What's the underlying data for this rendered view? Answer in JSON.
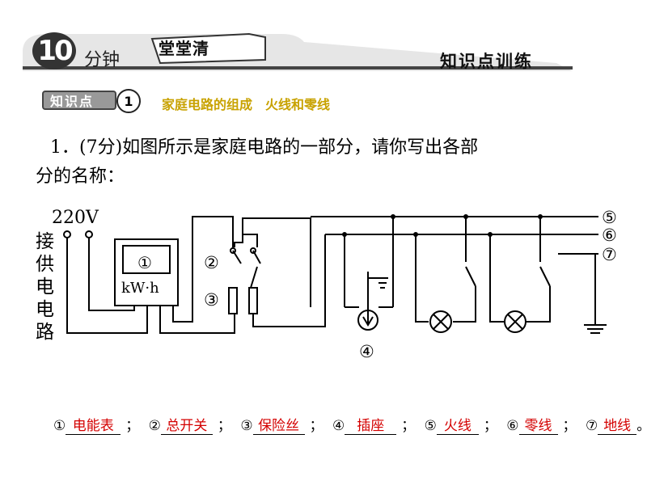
{
  "header": {
    "number": "10",
    "minutes_label": "分钟",
    "brand": "堂堂清",
    "section_label": "知识点训练"
  },
  "knowledge_point": {
    "tag": "知识点",
    "number": "1",
    "title": "家庭电路的组成　火线和零线"
  },
  "question": {
    "line1": "1．(7分)如图所示是家庭电路的一部分，请你写出各部",
    "line2": "分的名称："
  },
  "diagram": {
    "voltage": "220V",
    "supply_label": [
      "接",
      "供",
      "电",
      "电",
      "路"
    ],
    "meter_number": "①",
    "meter_unit": "kW·h",
    "labels": [
      "②",
      "③",
      "④",
      "⑤",
      "⑥",
      "⑦"
    ]
  },
  "answers": [
    {
      "marker": "①",
      "text": "电能表"
    },
    {
      "marker": "②",
      "text": "总开关"
    },
    {
      "marker": "③",
      "text": "保险丝"
    },
    {
      "marker": "④",
      "text": "插座"
    },
    {
      "marker": "⑤",
      "text": "火线"
    },
    {
      "marker": "⑥",
      "text": "零线"
    },
    {
      "marker": "⑦",
      "text": "地线"
    }
  ],
  "answer_separator": "；",
  "answer_end": "。",
  "colors": {
    "answer": "#d40000",
    "kp_title": "#c8a200",
    "banner": "#333333"
  }
}
